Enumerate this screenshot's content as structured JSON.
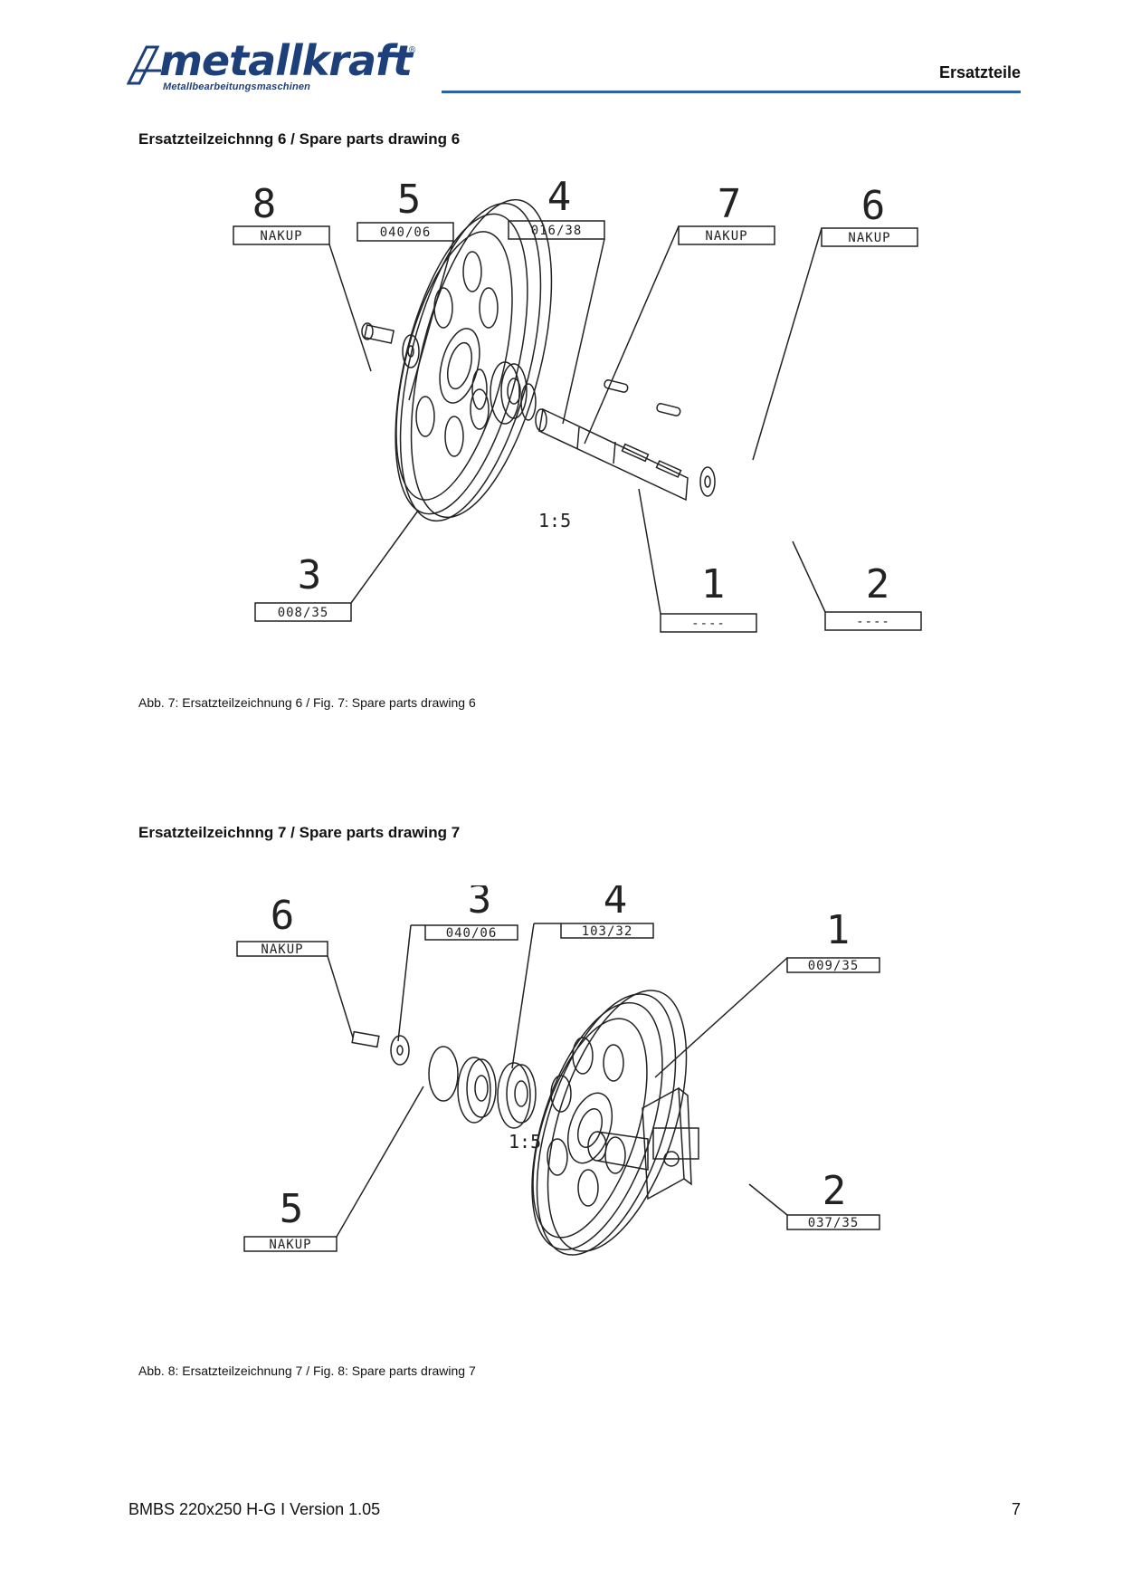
{
  "header": {
    "logo_text": "metallkraft",
    "logo_tagline": "Metallbearbeitungsmaschinen",
    "section": "Ersatzteile"
  },
  "drawing6": {
    "title": "Ersatzteilzeichnng 6 / Spare parts drawing 6",
    "scale": "1:5",
    "caption": "Abb. 7: Ersatzteilzeichnung 6 / Fig. 7: Spare parts drawing 6",
    "callouts": [
      {
        "number": "8",
        "code": "NAKUP"
      },
      {
        "number": "5",
        "code": "040/06"
      },
      {
        "number": "4",
        "code": "016/38"
      },
      {
        "number": "7",
        "code": "NAKUP"
      },
      {
        "number": "6",
        "code": "NAKUP"
      },
      {
        "number": "3",
        "code": "008/35"
      },
      {
        "number": "1",
        "code": "----"
      },
      {
        "number": "2",
        "code": "----"
      }
    ]
  },
  "drawing7": {
    "title": "Ersatzteilzeichnng 7 / Spare parts drawing 7",
    "scale": "1:5",
    "caption": "Abb. 8: Ersatzteilzeichnung 7 / Fig. 8: Spare parts drawing 7",
    "callouts": [
      {
        "number": "6",
        "code": "NAKUP"
      },
      {
        "number": "3",
        "code": "040/06"
      },
      {
        "number": "4",
        "code": "103/32"
      },
      {
        "number": "1",
        "code": "009/35"
      },
      {
        "number": "5",
        "code": "NAKUP"
      },
      {
        "number": "2",
        "code": "037/35"
      }
    ]
  },
  "footer": {
    "doc": "BMBS 220x250 H-G I Version 1.05",
    "page": "7"
  },
  "colors": {
    "brand_blue": "#1d3f7a",
    "rule_blue": "#2b62a8"
  }
}
